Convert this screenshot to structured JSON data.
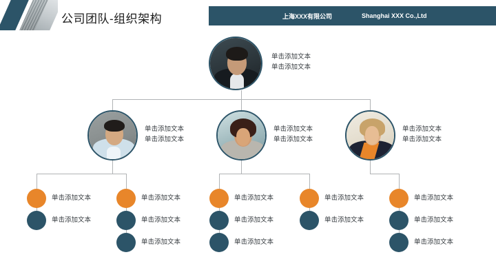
{
  "slide": {
    "title": "公司团队-组织架构",
    "banner": {
      "cn": "上海XXX有限公司",
      "en": "Shanghai XXX Co.,Ltd"
    }
  },
  "colors": {
    "teal": "#2c5468",
    "orange": "#e8862a",
    "line": "#b0b3b5",
    "text": "#3a3f43",
    "title": "#1b1b1b"
  },
  "org_chart": {
    "level1": {
      "label_line1": "单击添加文本",
      "label_line2": "单击添加文本"
    },
    "level2": [
      {
        "label_line1": "单击添加文本",
        "label_line2": "单击添加文本"
      },
      {
        "label_line1": "单击添加文本",
        "label_line2": "单击添加文本"
      },
      {
        "label_line1": "单击添加文本",
        "label_line2": "单击添加文本"
      }
    ],
    "columns": [
      {
        "items": [
          {
            "color": "orange",
            "label": "单击添加文本"
          },
          {
            "color": "teal",
            "label": "单击添加文本"
          }
        ]
      },
      {
        "items": [
          {
            "color": "orange",
            "label": "单击添加文本"
          },
          {
            "color": "teal",
            "label": "单击添加文本"
          },
          {
            "color": "teal",
            "label": "单击添加文本"
          }
        ]
      },
      {
        "items": [
          {
            "color": "orange",
            "label": "单击添加文本"
          },
          {
            "color": "teal",
            "label": "单击添加文本"
          },
          {
            "color": "teal",
            "label": "单击添加文本"
          }
        ]
      },
      {
        "items": [
          {
            "color": "orange",
            "label": "单击添加文本"
          },
          {
            "color": "teal",
            "label": "单击添加文本"
          }
        ]
      },
      {
        "items": [
          {
            "color": "orange",
            "label": "单击添加文本"
          },
          {
            "color": "teal",
            "label": "单击添加文本"
          },
          {
            "color": "teal",
            "label": "单击添加文本"
          }
        ]
      }
    ]
  }
}
